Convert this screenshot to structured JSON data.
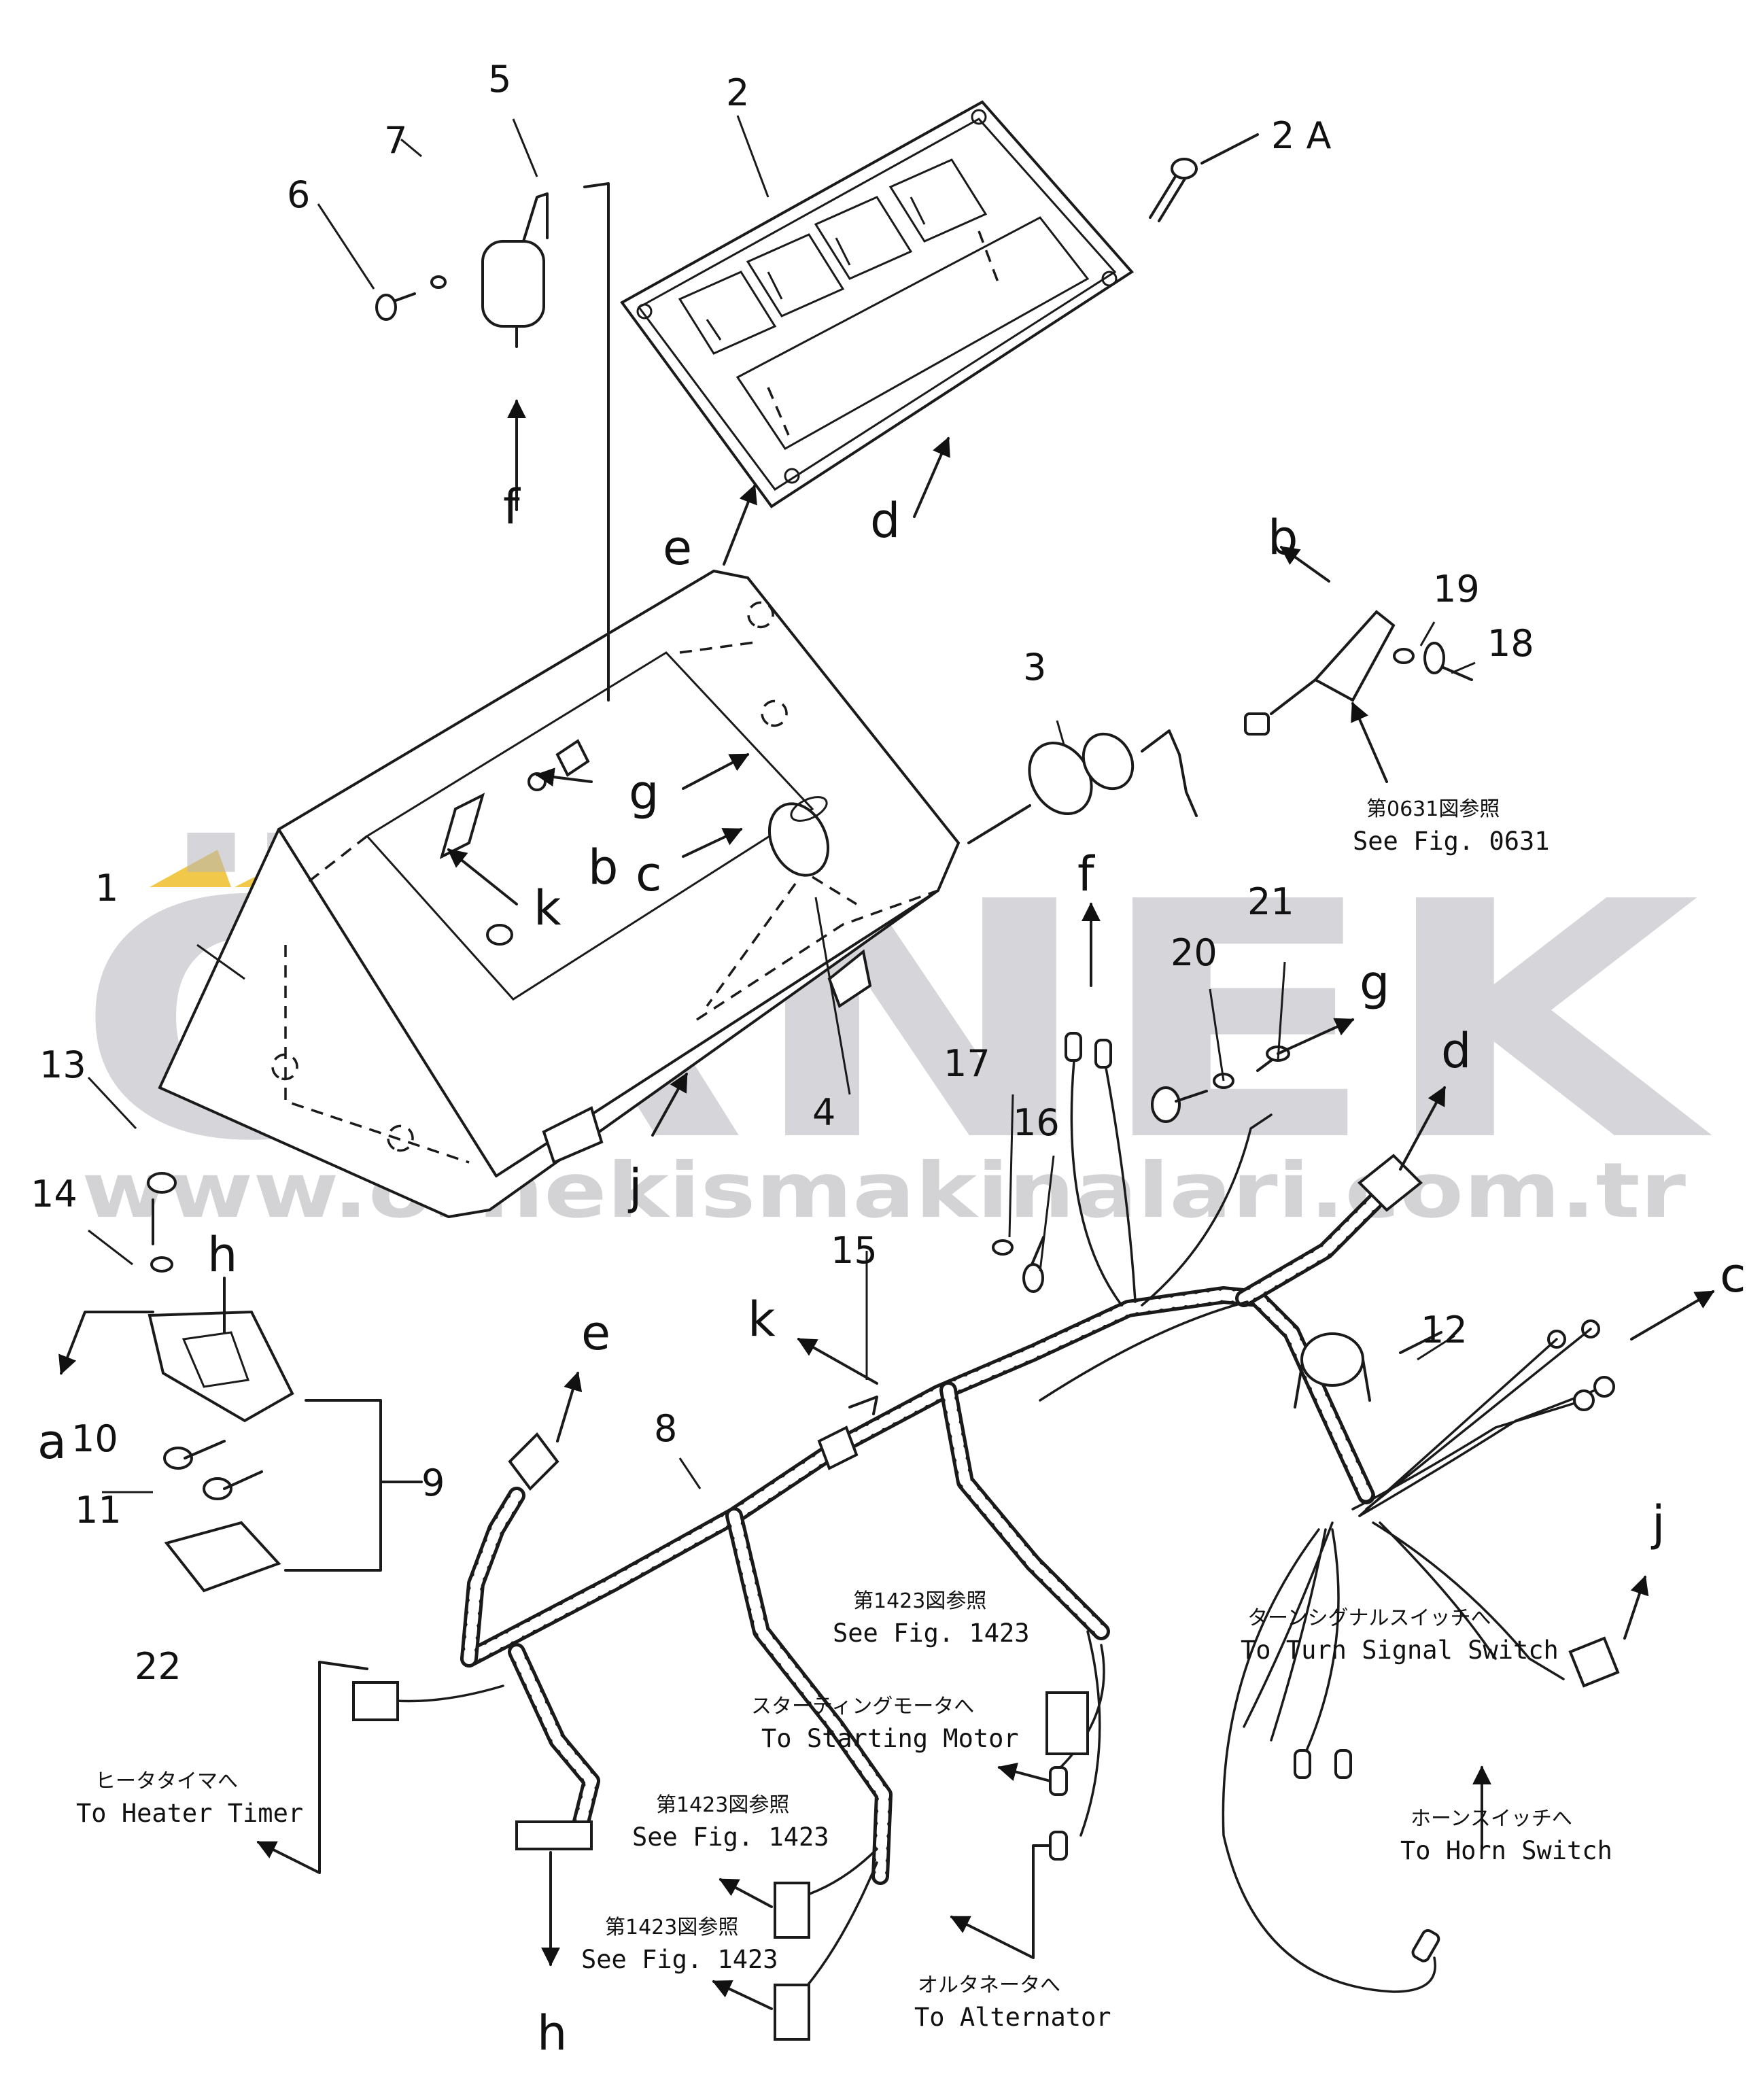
{
  "watermark": {
    "brand": "ÖRNEK",
    "url": "www.ornekismakinalari.com.tr",
    "accent_color": "#f2c84b"
  },
  "part_numbers": {
    "p1": "1",
    "p2": "2",
    "p2A": "2 A",
    "p3": "3",
    "p4": "4",
    "p5": "5",
    "p6": "6",
    "p7": "7",
    "p8": "8",
    "p9": "9",
    "p10": "10",
    "p11": "11",
    "p12": "12",
    "p13": "13",
    "p14": "14",
    "p15": "15",
    "p16": "16",
    "p17": "17",
    "p18": "18",
    "p19": "19",
    "p20": "20",
    "p21": "21",
    "p22": "22"
  },
  "connection_letters": {
    "a": "a",
    "b": "b",
    "c": "c",
    "d": "d",
    "e": "e",
    "f": "f",
    "g": "g",
    "h": "h",
    "j": "j",
    "k": "k"
  },
  "notes": {
    "fig0631": {
      "ja": "第0631図参照",
      "en": "See Fig. 0631"
    },
    "fig1423_a": {
      "ja": "第1423図参照",
      "en": "See Fig. 1423"
    },
    "fig1423_b": {
      "ja": "第1423図参照",
      "en": "See Fig. 1423"
    },
    "fig1423_c": {
      "ja": "第1423図参照",
      "en": "See Fig. 1423"
    },
    "turn_signal": {
      "ja": "ターンシグナルスイッチへ",
      "en": "To Turn Signal Switch"
    },
    "starting_motor": {
      "ja": "スターティングモータへ",
      "en": "To Starting Motor"
    },
    "heater_timer": {
      "ja": "ヒータタイマへ",
      "en": "To Heater Timer"
    },
    "horn_switch": {
      "ja": "ホーンスイッチへ",
      "en": "To Horn Switch"
    },
    "alternator": {
      "ja": "オルタネータへ",
      "en": "To Alternator"
    }
  }
}
